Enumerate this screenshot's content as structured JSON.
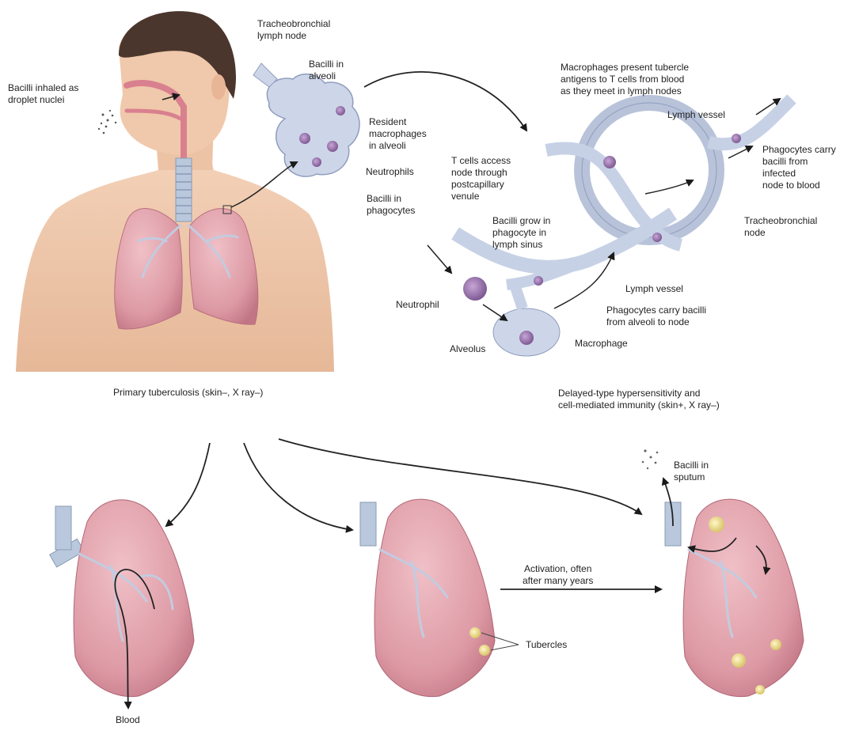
{
  "labels": {
    "bacilli_inhaled": "Bacilli inhaled as\ndroplet nuclei",
    "tracheobronchial_lymph_node": "Tracheobronchial\nlymph node",
    "bacilli_in_alveoli": "Bacilli in\nalveoli",
    "resident_macrophages": "Resident\nmacrophages\nin alveoli",
    "neutrophils": "Neutrophils",
    "bacilli_in_phagocytes": "Bacilli in\nphagocytes",
    "macrophages_present": "Macrophages present tubercle\nantigens to T cells from blood\nas they meet in lymph nodes",
    "lymph_vessel_top": "Lymph vessel",
    "phagocytes_carry_blood": "Phagocytes carry\nbacilli from\ninfected\nnode to blood",
    "t_cells_access": "T cells access\nnode through\npostcapillary\nvenule",
    "bacilli_grow": "Bacilli grow in\nphagocyte in\nlymph sinus",
    "tracheobronchial_node": "Tracheobronchial\nnode",
    "neutrophil": "Neutrophil",
    "lymph_vessel_bottom": "Lymph vessel",
    "phagocytes_carry_node": "Phagocytes carry bacilli\nfrom alveoli to node",
    "alveolus": "Alveolus",
    "macrophage": "Macrophage",
    "primary_tb": "Primary tuberculosis (skin–, X ray–)",
    "delayed_hypersensitivity": "Delayed-type hypersensitivity and\ncell-mediated immunity (skin+, X ray–)",
    "bacilli_in_sputum": "Bacilli in\nsputum",
    "activation": "Activation, often\nafter many years",
    "tubercles": "Tubercles",
    "blood": "Blood"
  },
  "colors": {
    "lung_pink": "#e3a4ad",
    "lung_dark": "#c97d8a",
    "skin": "#f0c8ab",
    "vessel_blue": "#c7d1e6",
    "vessel_outline": "#8f9dbd",
    "cell_purple": "#8d6aa2",
    "tubercle_yellow": "#eedc8c",
    "arrow": "#1a1a1a"
  }
}
